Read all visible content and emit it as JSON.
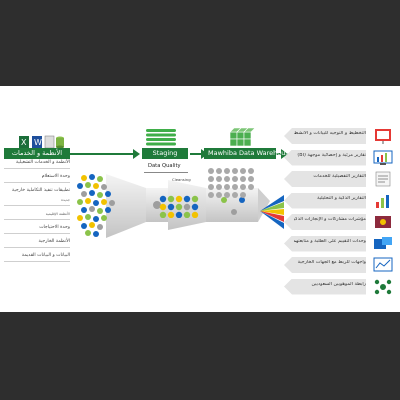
{
  "sources": {
    "label": "الأنظمة و الخدمات",
    "items": [
      "الأنظمة و الخدمات التشغيلية",
      "وحدة الاستعلام",
      "تطبيقات تنفيذ التكاملية خارجية",
      "جديدة",
      "الأنظمة الإقليمية",
      "وحدة الاحتياجات",
      "الأنظمة الخارجية",
      "البيانات و البيانات القديمة"
    ]
  },
  "staging": {
    "label": "Staging",
    "quality": "Data Quality",
    "cleansing": "Cleansing"
  },
  "warehouse": {
    "label": "Mawhiba Data Warehouse"
  },
  "outputs": [
    {
      "text": "التخطيط و التوجيه للبيانات و الأنشطة",
      "icon": "planning-icon"
    },
    {
      "text": "تقارير مرئية و إحصائية موجهة (BI)",
      "icon": "bi-report-icon"
    },
    {
      "text": "التقارير التفصيلية للخدمات",
      "icon": "detailed-report-icon"
    },
    {
      "text": "التقارير الذكية و التحليلية",
      "icon": "analytics-icon"
    },
    {
      "text": "مؤشرات مشاركات و الإنجازات الذكية",
      "icon": "kpi-icon"
    },
    {
      "text": "وحدات التقييم على الطلبة و متابعتهم",
      "icon": "assessment-icon"
    },
    {
      "text": "واجهات للربط مع الجهات الخارجية",
      "icon": "integration-icon"
    },
    {
      "text": "رابطة الموهوبين السعوديين",
      "icon": "network-icon"
    }
  ],
  "colors": {
    "green": "#1f7a3a",
    "accent_green": "#8bc34a",
    "blue": "#1565c0",
    "yellow": "#f2c200",
    "grey": "#9e9e9e"
  }
}
